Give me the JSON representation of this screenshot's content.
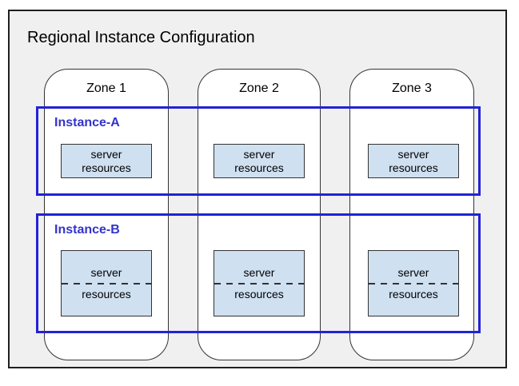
{
  "title": "Regional Instance Configuration",
  "zones": [
    {
      "label": "Zone 1"
    },
    {
      "label": "Zone 2"
    },
    {
      "label": "Zone 3"
    }
  ],
  "instances": [
    {
      "label": "Instance-A",
      "boxes": [
        {
          "line1": "server",
          "line2": "resources"
        },
        {
          "line1": "server",
          "line2": "resources"
        },
        {
          "line1": "server",
          "line2": "resources"
        }
      ]
    },
    {
      "label": "Instance-B",
      "boxes": [
        {
          "line1": "server",
          "line2": "resources"
        },
        {
          "line1": "server",
          "line2": "resources"
        },
        {
          "line1": "server",
          "line2": "resources"
        }
      ]
    }
  ],
  "colors": {
    "region_fill": "#f0f0f0",
    "region_border": "#1f1f1f",
    "zone_fill": "#ffffff",
    "zone_border": "#333333",
    "instance_border": "#2222d6",
    "instance_label": "#3333cc",
    "server_box_fill": "#cfe0f1",
    "server_box_border": "#333333",
    "text": "#000000"
  }
}
